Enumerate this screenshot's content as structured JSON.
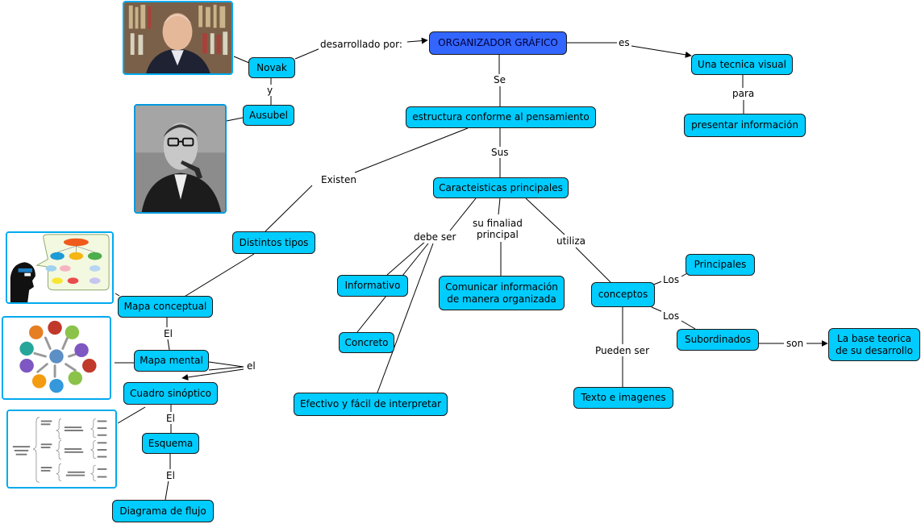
{
  "nodes": {
    "organizador": "ORGANIZADOR GRÁFICO",
    "tecnica": "Una tecnica visual",
    "presentar": "presentar información",
    "novak": "Novak",
    "ausubel": "Ausubel",
    "estructura": "estructura conforme al pensamiento",
    "caracteristicas": "Caracteisticas principales",
    "distintos": "Distintos tipos",
    "informativo": "Informativo",
    "concreto": "Concreto",
    "efectivo": "Efectivo y fácil de interpretar",
    "comunicar_1": "Comunicar información",
    "comunicar_2": "de manera organizada",
    "conceptos": "conceptos",
    "principales": "Principales",
    "subordinados": "Subordinados",
    "base_1": "La base teorica",
    "base_2": "de su desarrollo",
    "texto": "Texto e imagenes",
    "mapa_conceptual": "Mapa conceptual",
    "mapa_mental": "Mapa mental",
    "cuadro": "Cuadro sinóptico",
    "esquema": "Esquema",
    "diagrama": "Diagrama de flujo"
  },
  "labels": {
    "desarrollado": "desarrollado por:",
    "es": "es",
    "para": "para",
    "y": "y",
    "se": "Se",
    "sus": "Sus",
    "existen": "Existen",
    "debe_ser": "debe ser",
    "finalidad_1": "su finaliad",
    "finalidad_2": "principal",
    "utiliza": "utiliza",
    "los_1": "Los",
    "los_2": "Los",
    "son": "son",
    "pueden": "Pueden ser",
    "el_1": "El",
    "el_2": "el",
    "el_3": "El",
    "el_4": "El"
  },
  "colors": {
    "node": "#00ccff",
    "main_node": "#3366ff",
    "frame": "#00aaee"
  }
}
